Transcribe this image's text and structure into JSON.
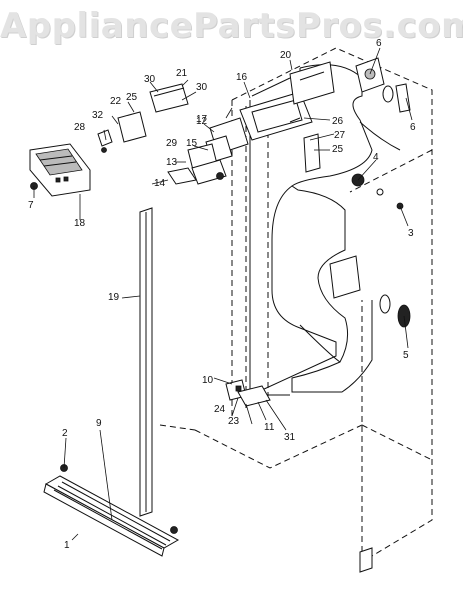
{
  "watermark": "AppliancePartsPros.com",
  "callouts": [
    {
      "id": "c1",
      "text": "1"
    },
    {
      "id": "c2",
      "text": "2"
    },
    {
      "id": "c3",
      "text": "3"
    },
    {
      "id": "c4",
      "text": "4"
    },
    {
      "id": "c5",
      "text": "5"
    },
    {
      "id": "c6a",
      "text": "6"
    },
    {
      "id": "c6b",
      "text": "6"
    },
    {
      "id": "c7",
      "text": "7"
    },
    {
      "id": "c9",
      "text": "9"
    },
    {
      "id": "c10",
      "text": "10"
    },
    {
      "id": "c11",
      "text": "11"
    },
    {
      "id": "c12",
      "text": "12"
    },
    {
      "id": "c13",
      "text": "13"
    },
    {
      "id": "c14",
      "text": "14"
    },
    {
      "id": "c15",
      "text": "15"
    },
    {
      "id": "c16",
      "text": "16"
    },
    {
      "id": "c17",
      "text": "17"
    },
    {
      "id": "c18",
      "text": "18"
    },
    {
      "id": "c19",
      "text": "19"
    },
    {
      "id": "c20",
      "text": "20"
    },
    {
      "id": "c21",
      "text": "21"
    },
    {
      "id": "c22",
      "text": "22"
    },
    {
      "id": "c23",
      "text": "23"
    },
    {
      "id": "c24",
      "text": "24"
    },
    {
      "id": "c25a",
      "text": "25"
    },
    {
      "id": "c25b",
      "text": "25"
    },
    {
      "id": "c26",
      "text": "26"
    },
    {
      "id": "c27",
      "text": "27"
    },
    {
      "id": "c28",
      "text": "28"
    },
    {
      "id": "c29",
      "text": "29"
    },
    {
      "id": "c30a",
      "text": "30"
    },
    {
      "id": "c30b",
      "text": "30"
    },
    {
      "id": "c31",
      "text": "31"
    },
    {
      "id": "c32",
      "text": "32"
    }
  ]
}
